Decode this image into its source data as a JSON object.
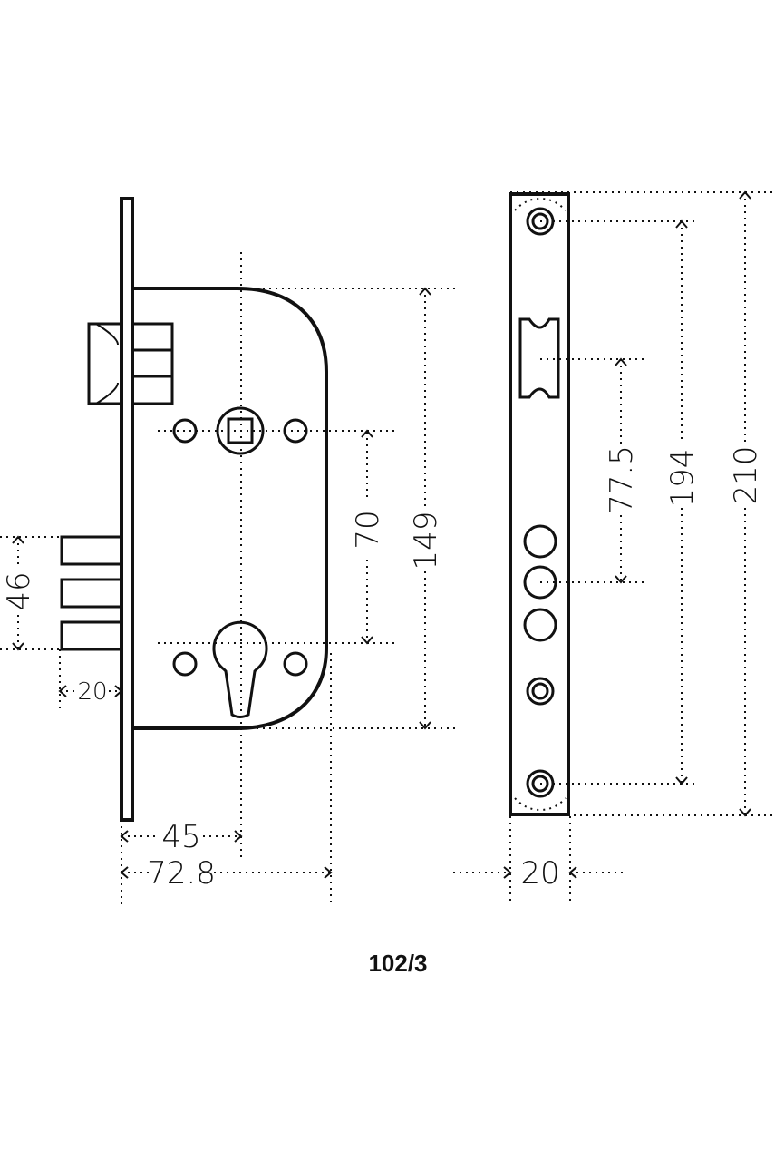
{
  "dimensions": {
    "bolt_throw": "46",
    "bolt_offset": "20",
    "handle_to_cylinder": "70",
    "case_height": "149",
    "backset": "45",
    "case_depth": "72.8",
    "faceplate_width": "20",
    "latch_to_bolt": "77.5",
    "screw_spacing": "194",
    "faceplate_length": "210"
  },
  "model": {
    "code": "102/3"
  },
  "colors": {
    "line": "#111111",
    "background": "#ffffff"
  }
}
